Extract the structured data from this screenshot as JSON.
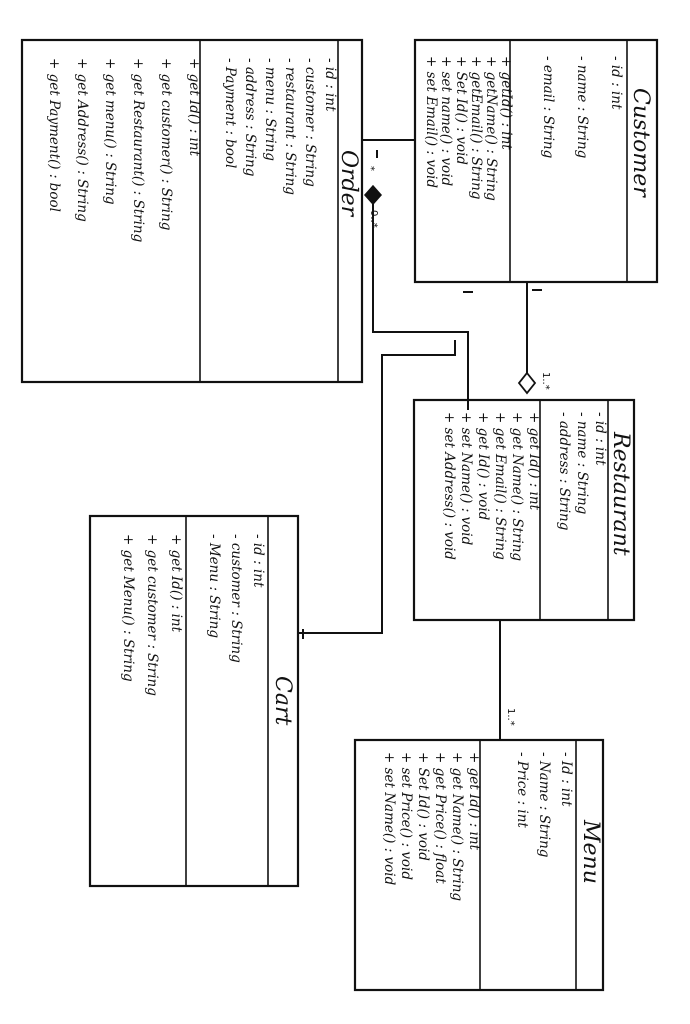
{
  "classes": {
    "order": {
      "name": "Order",
      "attributes": [
        "- id : int",
        "- customer : String",
        "- restaurant : String",
        "- menu : String",
        "- address : String",
        "- Payment : bool"
      ],
      "methods": [
        "+ get Id() : int",
        "+ get customer() : String",
        "+ get Restaurant() : String",
        "+ get menu() : String",
        "+ get Address() : String",
        "+ get Payment() : bool"
      ]
    },
    "customer": {
      "name": "Customer",
      "attributes": [
        "- id : int",
        "- name : String",
        "- email : String"
      ],
      "methods": [
        "+ getId() : int",
        "+ getName() : String",
        "+ getEmail() : String",
        "+ Set Id() : void",
        "+ set name() : void",
        "+ set Email() : void"
      ]
    },
    "restaurant": {
      "name": "Restaurant",
      "attributes": [
        "- id : int",
        "- name : String",
        "- address : String"
      ],
      "methods": [
        "+ get Id() : int",
        "+ get Name() : String",
        "+ get Email() : String",
        "+ get Id() : void",
        "+ set Name() : void",
        "+ set Address() : void"
      ]
    },
    "cart": {
      "name": "Cart",
      "attributes": [
        "- id : int",
        "- customer : String",
        "- Menu : String"
      ],
      "methods": [
        "+ get Id() : int",
        "+ get customer : String",
        "+ get Menu() : String"
      ]
    },
    "menu": {
      "name": "Menu",
      "attributes": [
        "- Id : int",
        "- Name : String",
        "- Price : int"
      ],
      "methods": [
        "+ get Id() : int",
        "+ get Name() : String",
        "+ get Price() : float",
        "+ Set Id() : void",
        "+ set Price() : void",
        "+ set Name() : void"
      ]
    }
  },
  "multiplicities": {
    "order_customer_mid": "*",
    "order_customer_end": "0..*",
    "customer_restaurant": "1..*",
    "restaurant_menu": "1..*"
  },
  "colors": {
    "ink": "#111111",
    "paper": "#ffffff"
  }
}
